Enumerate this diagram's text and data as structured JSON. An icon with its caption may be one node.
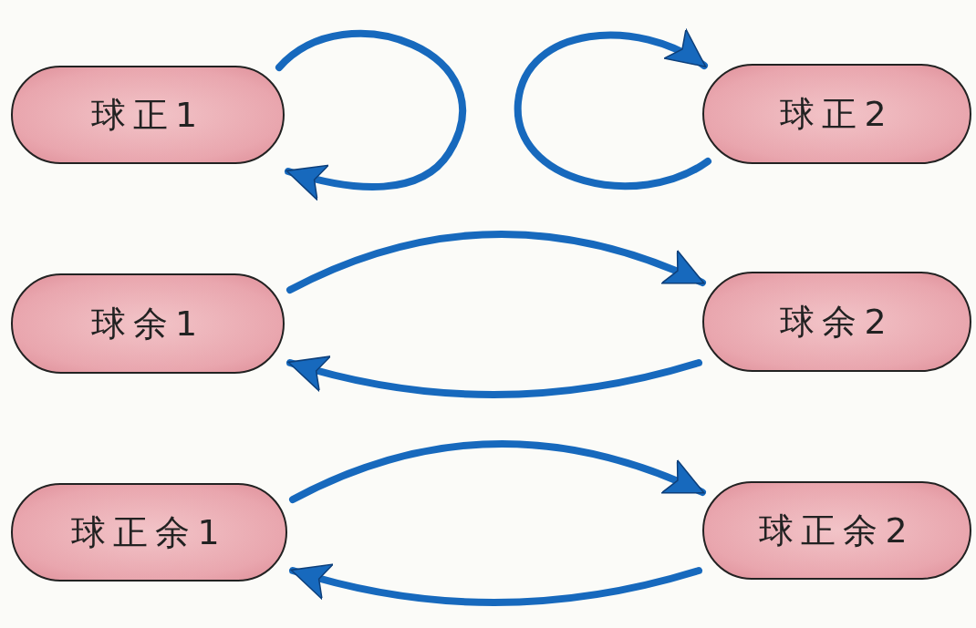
{
  "diagram": {
    "nodes": [
      {
        "text": [
          "球正1"
        ]
      },
      {
        "text": [
          "球正2"
        ]
      },
      {
        "text": [
          "球余1"
        ]
      },
      {
        "text": [
          "球余2"
        ]
      },
      {
        "text": [
          "球正余1"
        ]
      },
      {
        "text": [
          "球正余2"
        ]
      }
    ],
    "edges": [
      {
        "from": 0,
        "to": 0,
        "arrow": "to"
      },
      {
        "from": 1,
        "to": 1,
        "arrow": "to"
      },
      {
        "from": 2,
        "to": 3,
        "arrow": "to"
      },
      {
        "from": 3,
        "to": 2,
        "arrow": "to"
      },
      {
        "from": 4,
        "to": 5,
        "arrow": "to"
      },
      {
        "from": 5,
        "to": 4,
        "arrow": "to"
      }
    ]
  }
}
